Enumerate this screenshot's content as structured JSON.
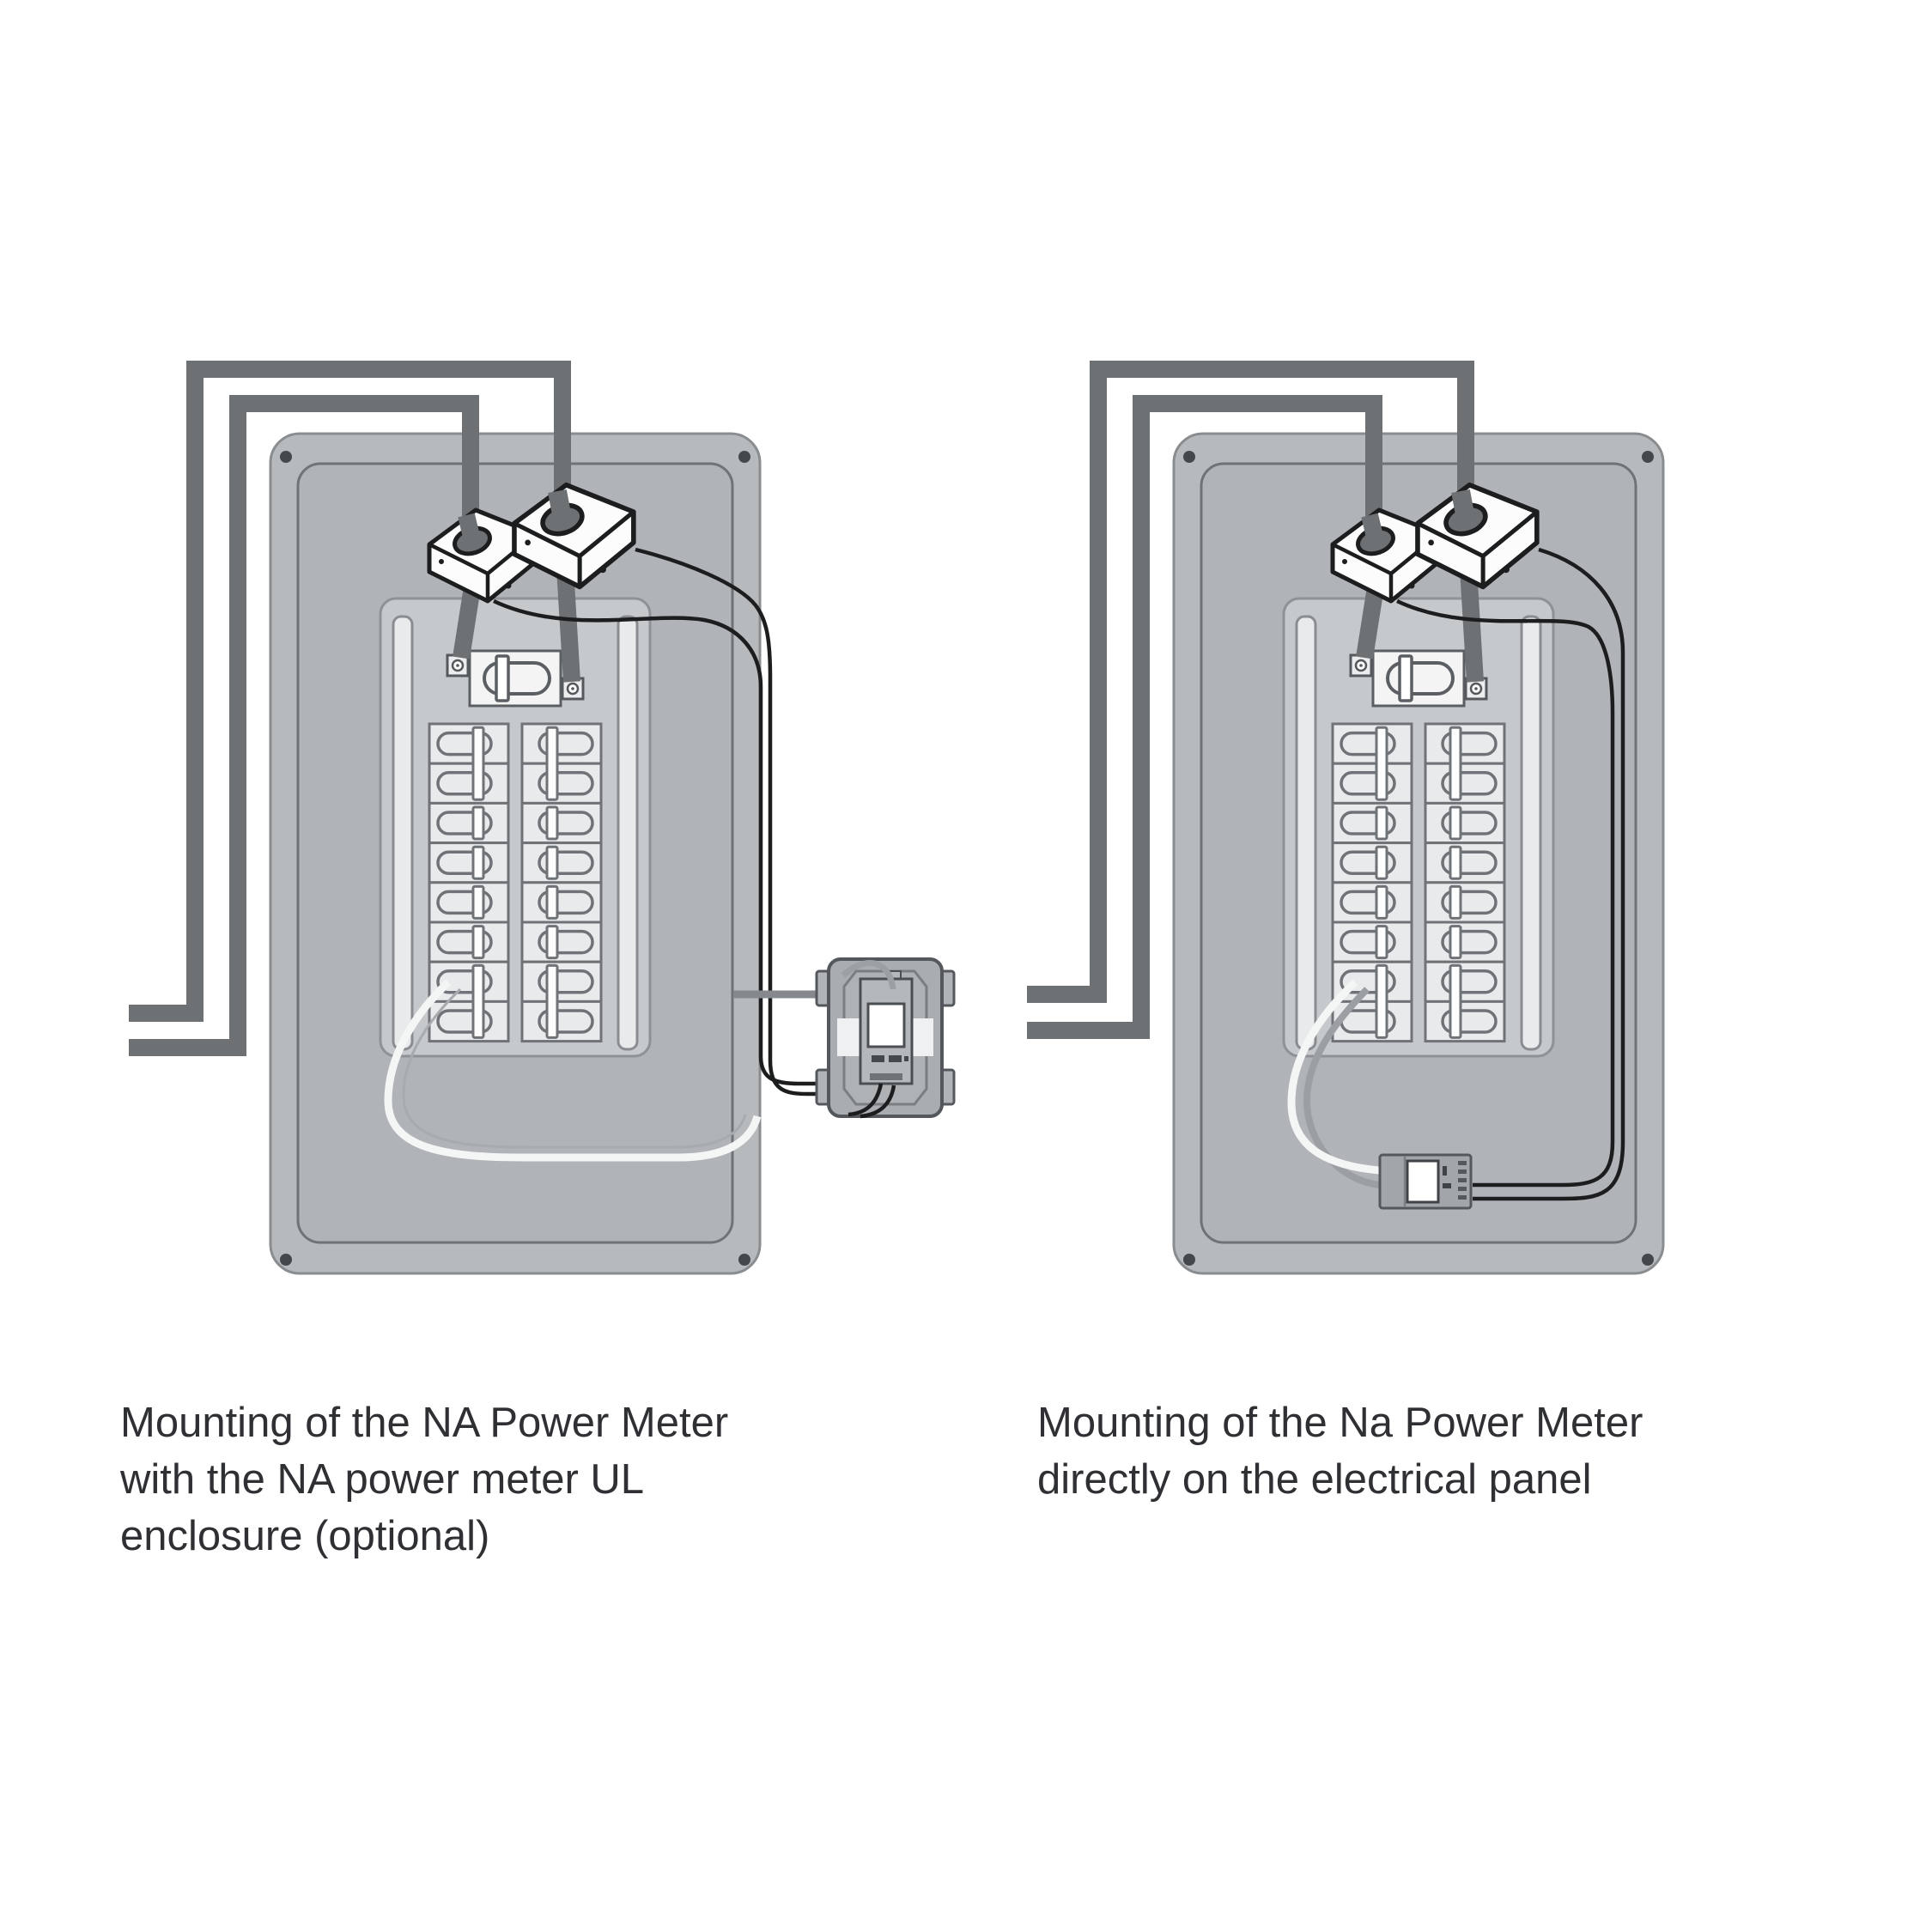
{
  "page": {
    "background": "#ffffff"
  },
  "colors": {
    "panel_gray": "#b6babd",
    "inner_panel_gray": "#b0b4b8",
    "housing_gray": "#c6c9cc",
    "breaker_light": "#e9eaeb",
    "outline_dark": "#55595d",
    "service_wire_gray": "#6d7174",
    "signal_wire_black": "#1c1d1e",
    "load_wire_white": "#f4f5f5",
    "meter_gray": "#a9adb1",
    "caption_text": "#2f3033"
  },
  "diagrams": {
    "left": {
      "caption": {
        "line1": "Mounting of the NA Power Meter",
        "line2": "with the NA power meter UL",
        "line3": "enclosure (optional)"
      },
      "components": [
        "service-entry-wires",
        "electrical-panel",
        "current-transformers",
        "main-breaker",
        "branch-breakers",
        "ct-signal-wires",
        "load-wire",
        "ul-enclosure",
        "power-meter"
      ]
    },
    "right": {
      "caption": {
        "line1": "Mounting of the Na Power Meter",
        "line2": "directly on the electrical panel"
      },
      "components": [
        "service-entry-wires",
        "electrical-panel",
        "current-transformers",
        "main-breaker",
        "branch-breakers",
        "ct-signal-wires",
        "load-wire",
        "power-meter"
      ]
    }
  }
}
